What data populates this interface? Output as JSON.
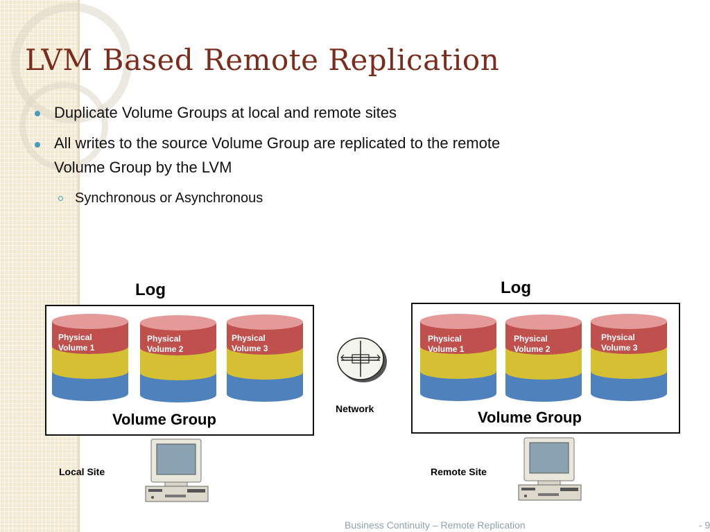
{
  "title": "LVM Based Remote Replication",
  "bullets": [
    "Duplicate Volume Groups at local and remote sites",
    "All writes to the source Volume Group are replicated to the remote",
    "Volume Group by the LVM"
  ],
  "sub_bullet": "Synchronous or Asynchronous",
  "diagram": {
    "local": {
      "log_label": "Log",
      "group_label": "Volume Group",
      "site_label": "Local Site",
      "volumes": [
        "Physical\nVolume 1",
        "Physical\nVolume 2",
        "Physical\nVolume 3"
      ]
    },
    "remote": {
      "log_label": "Log",
      "group_label": "Volume Group",
      "site_label": "Remote Site",
      "volumes": [
        "Physical\nVolume 1",
        "Physical\nVolume 2",
        "Physical\nVolume 3"
      ]
    },
    "network_label": "Network",
    "colors": {
      "log": "#c0504d",
      "data": "#d4c032",
      "base": "#4f81bd"
    }
  },
  "footer": {
    "text": "Business Continuity – Remote Replication",
    "page": "- 9"
  }
}
